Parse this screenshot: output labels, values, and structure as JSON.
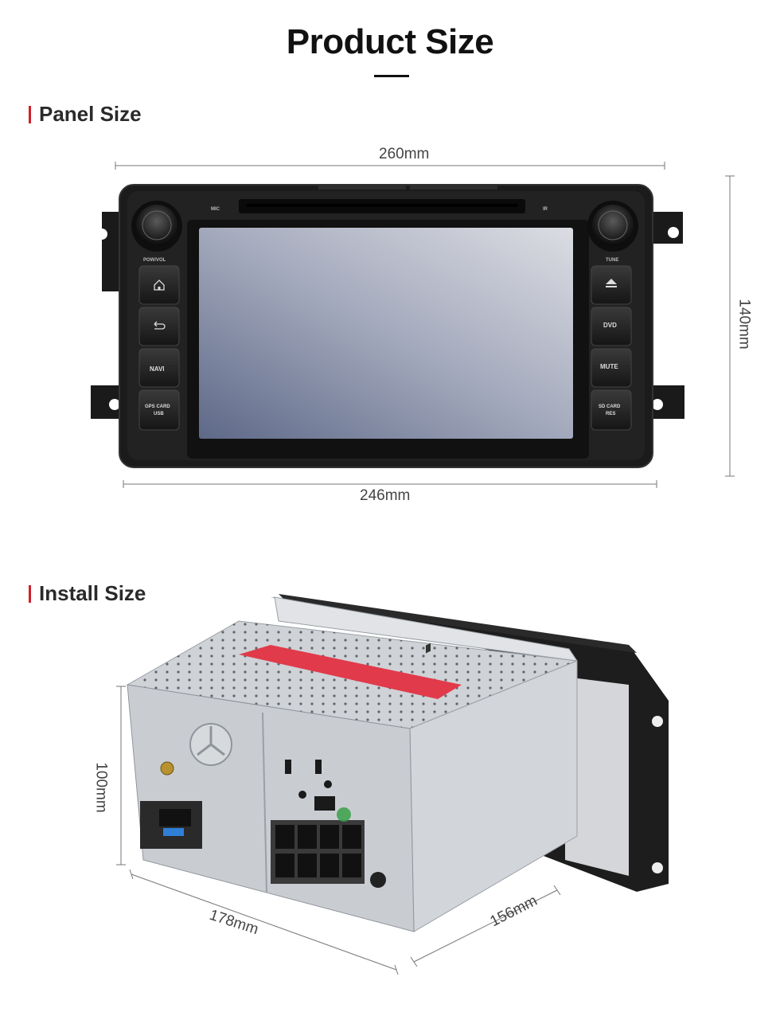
{
  "page": {
    "title": "Product Size"
  },
  "panel_section": {
    "heading": "Panel Size",
    "dimensions": {
      "top_width": "260mm",
      "bottom_width": "246mm",
      "height": "140mm"
    },
    "unit_labels": {
      "mic": "MIC",
      "ir": "IR",
      "pow_vol": "POW/VOL",
      "tune": "TUNE",
      "dvd": "DVD",
      "navi": "NAVI",
      "mute": "MUTE",
      "gps_card": "GPS CARD",
      "usb": "USB",
      "sd_card": "SD CARD",
      "res": "RES"
    },
    "icons": [
      "home-icon",
      "back-icon",
      "eject-icon"
    ]
  },
  "install_section": {
    "heading": "Install Size",
    "dimensions": {
      "height": "100mm",
      "width": "178mm",
      "depth": "156mm"
    }
  },
  "colors": {
    "accent": "#d0202a",
    "panel_body": "#1b1b1b",
    "chassis": "#c9cdd2"
  }
}
